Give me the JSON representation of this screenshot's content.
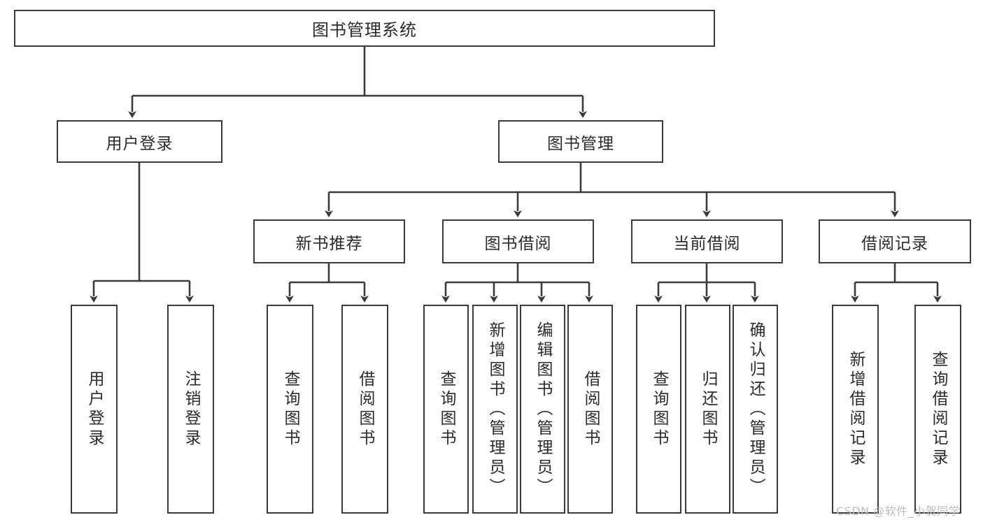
{
  "diagram": {
    "title": "图书管理系统",
    "type": "tree-hierarchy-diagram",
    "root": {
      "label": "图书管理系统"
    },
    "level2": [
      {
        "label": "用户登录"
      },
      {
        "label": "图书管理"
      }
    ],
    "level3": [
      {
        "label": "新书推荐"
      },
      {
        "label": "图书借阅"
      },
      {
        "label": "当前借阅"
      },
      {
        "label": "借阅记录"
      }
    ],
    "leaves": {
      "user_login": [
        {
          "label": "用户登录"
        },
        {
          "label": "注销登录"
        }
      ],
      "new_book_recommend": [
        {
          "label": "查询图书"
        },
        {
          "label": "借阅图书"
        }
      ],
      "book_borrow": [
        {
          "label": "查询图书"
        },
        {
          "label": "新增图书（管理员）"
        },
        {
          "label": "编辑图书（管理员）"
        },
        {
          "label": "借阅图书"
        }
      ],
      "current_borrow": [
        {
          "label": "查询图书"
        },
        {
          "label": "归还图书"
        },
        {
          "label": "确认归还（管理员）"
        }
      ],
      "borrow_record": [
        {
          "label": "新增借阅记录"
        },
        {
          "label": "查询借阅记录"
        }
      ]
    }
  },
  "watermark": {
    "text": "CSDN @软件_小贺同学"
  },
  "colors": {
    "stroke": "#3a3a3a",
    "text": "#2b2b2b",
    "background": "#ffffff",
    "watermark": "#bdbdbd"
  }
}
